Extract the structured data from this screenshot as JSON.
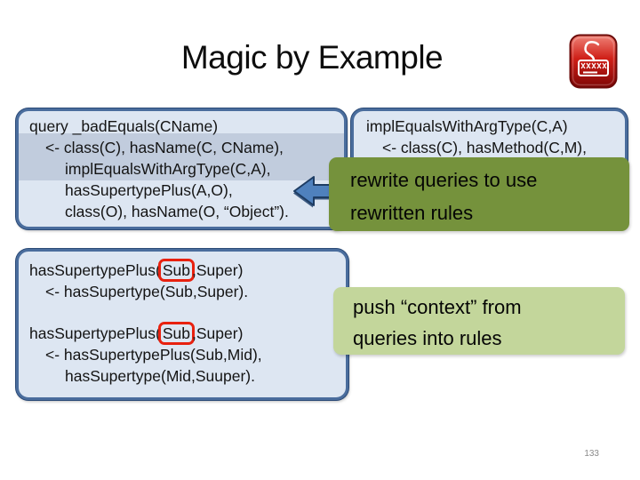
{
  "slide": {
    "title": "Magic by Example",
    "page_number": "133"
  },
  "icon": {
    "name": "keyboard-icon",
    "color": "#c00000"
  },
  "colors": {
    "box_fill": "#dde6f2",
    "box_border": "#4a6d9d",
    "highlight_band": "#c1ccdd",
    "olive_green": "#75923c",
    "pale_green": "#c3d69b",
    "arrow_blue": "#4f81bd",
    "red_box": "#e8210f"
  },
  "query_box": {
    "lines": [
      "query _badEquals(CName)",
      "<- class(C), hasName(C, CName),",
      "implEqualsWithArgType(C,A),",
      "hasSupertypePlus(A,O),",
      "class(O), hasName(O, “Object”)."
    ]
  },
  "rule_box": {
    "lines": [
      "implEqualsWithArgType(C,A)",
      "<- class(C), hasMethod(C,M),"
    ]
  },
  "supertype_box": {
    "lines": [
      {
        "prefix": "hasSupertypePlus(",
        "boxed": "Sub",
        "suffix": ",Super)"
      },
      {
        "text": "<-  hasSupertype(Sub,Super)."
      },
      {
        "prefix": "hasSupertypePlus(",
        "boxed": "Sub",
        "suffix": ",Super)"
      },
      {
        "text": "<- hasSupertypePlus(Sub,Mid),"
      },
      {
        "text": "hasSupertype(Mid,Suuper)."
      }
    ]
  },
  "callout_rewrite": {
    "line1": "rewrite queries to use",
    "line2": "rewritten rules"
  },
  "callout_push": {
    "line1": "push “context” from",
    "line2": "queries into rules"
  }
}
